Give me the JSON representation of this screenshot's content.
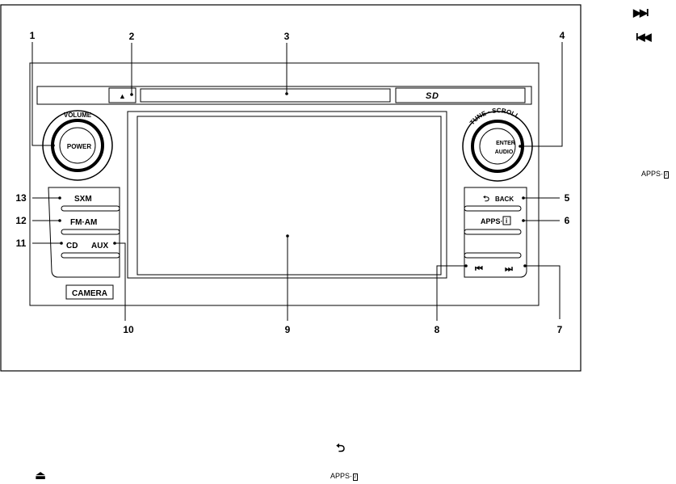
{
  "callouts": [
    "1",
    "2",
    "3",
    "4",
    "5",
    "6",
    "7",
    "8",
    "9",
    "10",
    "11",
    "12",
    "13"
  ],
  "knobs": {
    "left_ring": "VOLUME",
    "left_center": "POWER",
    "right_ring": "TUNE · SCROLL",
    "right_center_top": "ENTER",
    "right_center_bottom": "AUDIO"
  },
  "left_buttons": {
    "sxm": "SXM",
    "fmam": "FM·AM",
    "cd": "CD",
    "aux": "AUX",
    "camera": "CAMERA"
  },
  "right_buttons": {
    "back": "BACK",
    "back_glyph": "⮌",
    "apps": "APPS·",
    "info_glyph": "i",
    "prev_glyph": "⏮",
    "next_glyph": "⏭"
  },
  "slot": {
    "eject_glyph": "▲",
    "sd_glyph": "S"
  },
  "side_legend": {
    "next": "▶▶I",
    "prev": "I◀◀",
    "apps": "APPS·",
    "info": "i",
    "back": "⮌",
    "eject": "⏏",
    "apps_bottom": "APPS·"
  }
}
